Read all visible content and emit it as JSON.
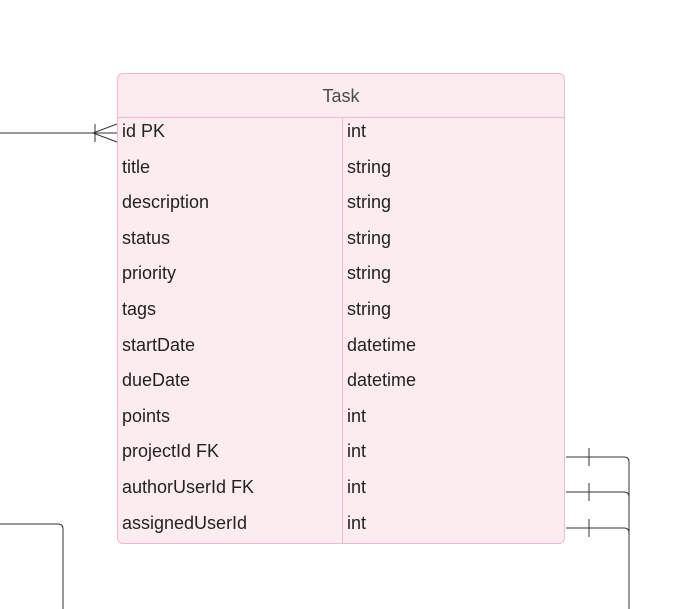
{
  "entity": {
    "name": "Task",
    "fields": [
      {
        "name": "id PK",
        "type": "int"
      },
      {
        "name": "title",
        "type": "string"
      },
      {
        "name": "description",
        "type": "string"
      },
      {
        "name": "status",
        "type": "string"
      },
      {
        "name": "priority",
        "type": "string"
      },
      {
        "name": "tags",
        "type": "string"
      },
      {
        "name": "startDate",
        "type": "datetime"
      },
      {
        "name": "dueDate",
        "type": "datetime"
      },
      {
        "name": "points",
        "type": "int"
      },
      {
        "name": "projectId FK",
        "type": "int"
      },
      {
        "name": "authorUserId FK",
        "type": "int"
      },
      {
        "name": "assignedUserId",
        "type": "int"
      }
    ]
  },
  "colors": {
    "border": "#f3b9d2",
    "fill": "#fdecef",
    "connector": "#333333"
  },
  "relationships": [
    {
      "field": "id PK",
      "notation": "crow-foot"
    },
    {
      "field": "projectId FK",
      "notation": "one"
    },
    {
      "field": "authorUserId FK",
      "notation": "one"
    },
    {
      "field": "assignedUserId",
      "notation": "one"
    }
  ]
}
